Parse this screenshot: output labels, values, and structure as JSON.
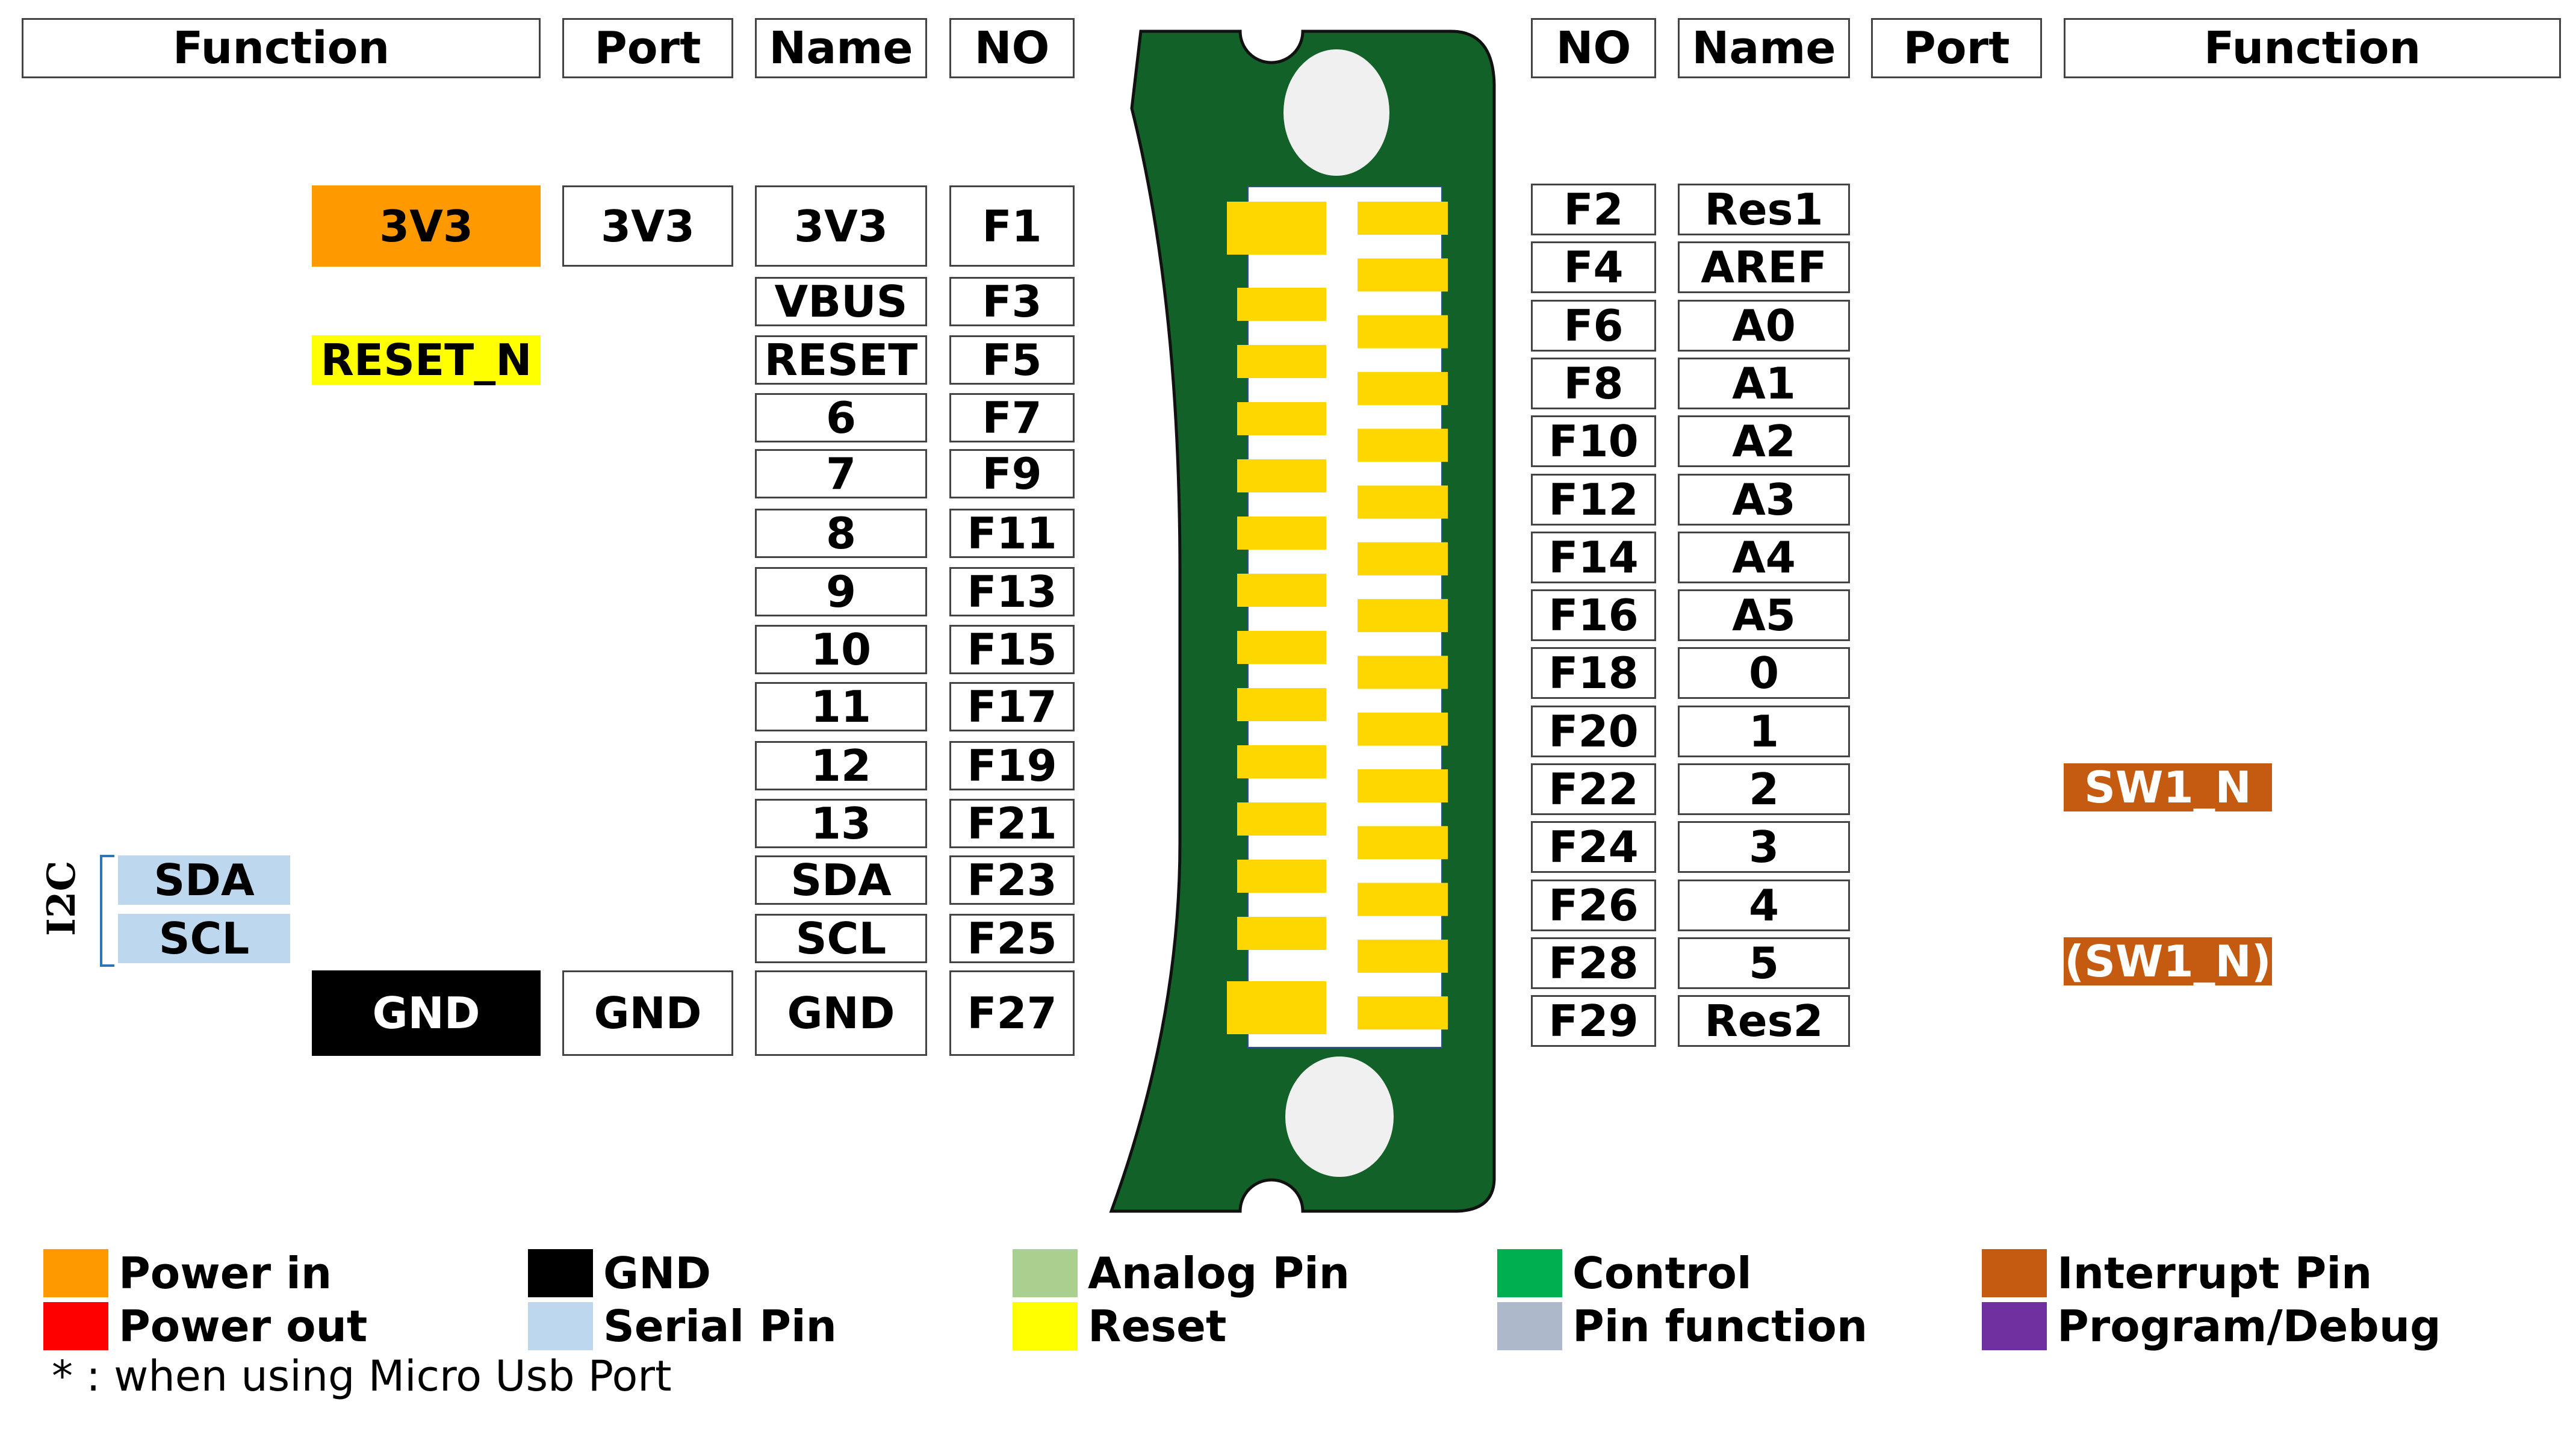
{
  "headers": {
    "left": {
      "function": "Function",
      "port": "Port",
      "name": "Name",
      "no": "NO"
    },
    "right": {
      "no": "NO",
      "name": "Name",
      "port": "Port",
      "function": "Function"
    }
  },
  "left_rows": [
    {
      "no": "F1",
      "name": "3V3",
      "port": "3V3",
      "function": "3V3",
      "function_type": "power_in"
    },
    {
      "no": "F3",
      "name": "VBUS"
    },
    {
      "no": "F5",
      "name": "RESET",
      "function": "RESET_N",
      "function_type": "reset"
    },
    {
      "no": "F7",
      "name": "6"
    },
    {
      "no": "F9",
      "name": "7"
    },
    {
      "no": "F11",
      "name": "8"
    },
    {
      "no": "F13",
      "name": "9"
    },
    {
      "no": "F15",
      "name": "10"
    },
    {
      "no": "F17",
      "name": "11"
    },
    {
      "no": "F19",
      "name": "12"
    },
    {
      "no": "F21",
      "name": "13"
    },
    {
      "no": "F23",
      "name": "SDA",
      "function": "SDA",
      "function_type": "serial"
    },
    {
      "no": "F25",
      "name": "SCL",
      "function": "SCL",
      "function_type": "serial"
    },
    {
      "no": "F27",
      "name": "GND",
      "port": "GND",
      "function": "GND",
      "function_type": "gnd"
    }
  ],
  "right_rows": [
    {
      "no": "F2",
      "name": "Res1"
    },
    {
      "no": "F4",
      "name": "AREF"
    },
    {
      "no": "F6",
      "name": "A0"
    },
    {
      "no": "F8",
      "name": "A1"
    },
    {
      "no": "F10",
      "name": "A2"
    },
    {
      "no": "F12",
      "name": "A3"
    },
    {
      "no": "F14",
      "name": "A4"
    },
    {
      "no": "F16",
      "name": "A5"
    },
    {
      "no": "F18",
      "name": "0"
    },
    {
      "no": "F20",
      "name": "1"
    },
    {
      "no": "F22",
      "name": "2",
      "function": "SW1_N",
      "function_type": "interrupt"
    },
    {
      "no": "F24",
      "name": "3"
    },
    {
      "no": "F26",
      "name": "4"
    },
    {
      "no": "F28",
      "name": "5",
      "function": "(SW1_N)",
      "function_type": "interrupt"
    },
    {
      "no": "F29",
      "name": "Res2"
    }
  ],
  "i2c_group_label": "I2C",
  "legend": [
    {
      "label": "Power in",
      "color": "#FF9900"
    },
    {
      "label": "Power out",
      "color": "#FF0000"
    },
    {
      "label": "GND",
      "color": "#000000"
    },
    {
      "label": "Serial Pin",
      "color": "#BDD7EE"
    },
    {
      "label": "Analog Pin",
      "color": "#A9D08E"
    },
    {
      "label": "Reset",
      "color": "#FFFF00"
    },
    {
      "label": "Control",
      "color": "#00B050"
    },
    {
      "label": "Pin function",
      "color": "#ADB9CA"
    },
    {
      "label": "Interrupt Pin",
      "color": "#C55A11"
    },
    {
      "label": "Program/Debug",
      "color": "#7030A0"
    }
  ],
  "note": "* : when using Micro Usb Port",
  "colors": {
    "board_green": "#126128",
    "pad_yellow": "#FFD700",
    "power_in": "#FF9900",
    "reset": "#FFFF00",
    "serial": "#BDD7EE",
    "gnd": "#000000",
    "interrupt": "#C55A11"
  }
}
